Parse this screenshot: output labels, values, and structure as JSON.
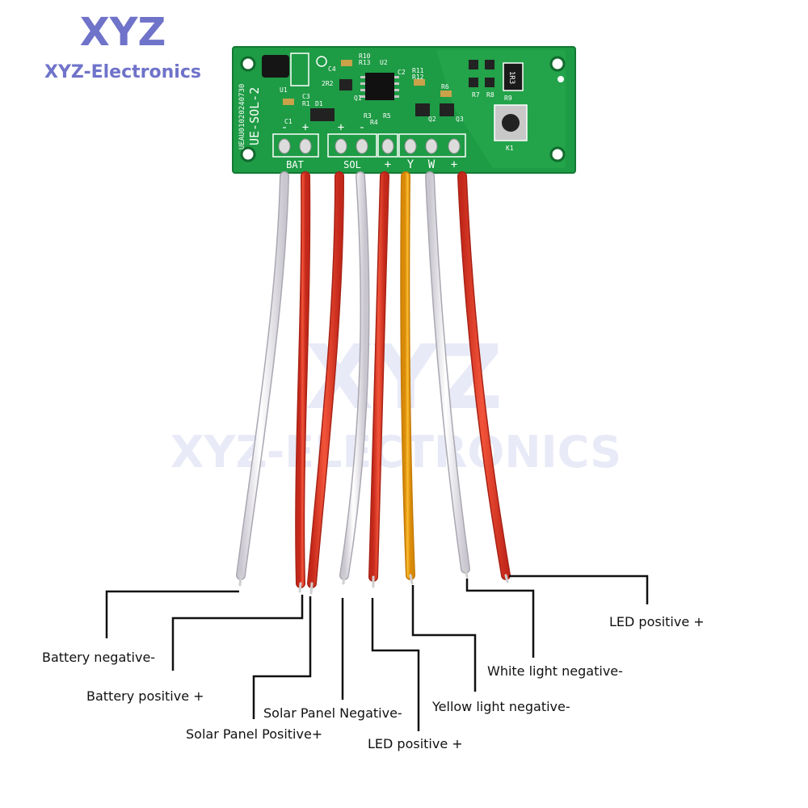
{
  "brand": {
    "logo_top": "XYZ",
    "logo_bottom": "XYZ-Electronics",
    "watermark_top": "XYZ",
    "watermark_bottom": "XYZ-ELECTRONICS"
  },
  "board": {
    "model": "UE-SOL-2",
    "serial": "UEAU01020240730",
    "component_labels": [
      "U1",
      "C4",
      "R10",
      "R13",
      "U2",
      "C3",
      "R1",
      "D1",
      "Q1",
      "R11",
      "R12",
      "R6",
      "C1",
      "R3",
      "R4",
      "R5",
      "Q2",
      "Q3",
      "R7",
      "R8",
      "R9",
      "K1",
      "2R2",
      "C2",
      "1R3"
    ],
    "terminal_groups": [
      "BAT",
      "SOL"
    ],
    "polarity_marks": [
      "-",
      "+",
      "+",
      "-",
      "+",
      "Y",
      "W",
      "+"
    ]
  },
  "wires": [
    {
      "color": "white",
      "label": "Battery negative-"
    },
    {
      "color": "red",
      "label": "Battery positive +"
    },
    {
      "color": "red",
      "label": "Solar Panel Positive+"
    },
    {
      "color": "white",
      "label": "Solar Panel Negative-"
    },
    {
      "color": "red",
      "label": "LED positive +"
    },
    {
      "color": "yellow",
      "label": "Yellow light negative-"
    },
    {
      "color": "white",
      "label": "White light negative-"
    },
    {
      "color": "red",
      "label": "LED positive +"
    }
  ],
  "colors": {
    "pcb": "#1e9b45",
    "wire_red": "#e8432c",
    "wire_white": "#f2f0f4",
    "wire_yellow": "#f3a51a",
    "logo": "#6f73c9"
  }
}
